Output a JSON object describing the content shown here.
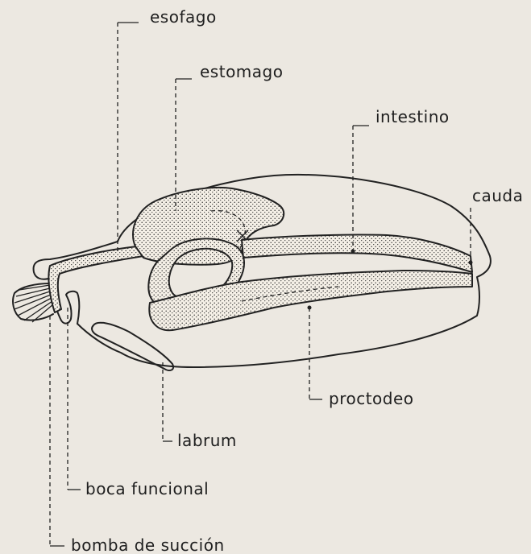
{
  "labels": {
    "esofago": "esofago",
    "estomago": "estomago",
    "intestino": "intestino",
    "cauda": "cauda",
    "proctodeo": "proctodeo",
    "labrum": "labrum",
    "boca_funcional": "boca funcional",
    "bomba_succion": "bomba de succión"
  },
  "colors": {
    "background": "#ece8e1",
    "ink": "#222222",
    "organ_fill": "#f4efe6"
  }
}
